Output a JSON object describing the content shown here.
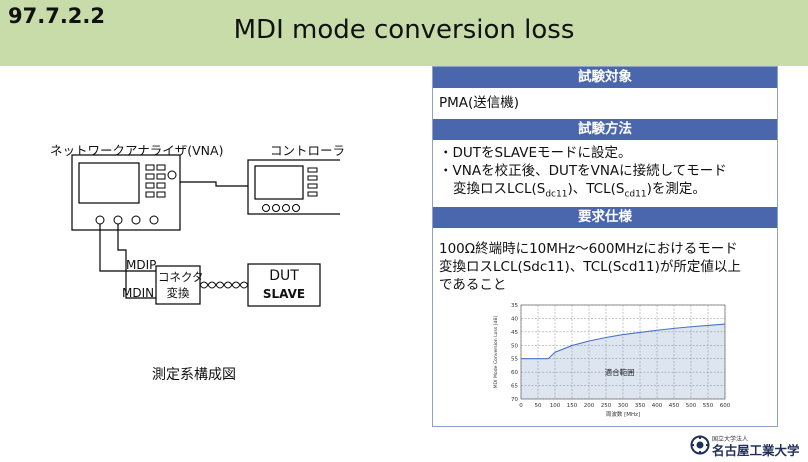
{
  "header": {
    "section_number": "97.7.2.2",
    "title": "MDI mode conversion loss"
  },
  "diagram": {
    "vna_label": "ネットワークアナライザ(VNA)",
    "controller_label": "コントローラ",
    "mdip_label": "MDIP",
    "mdin_label": "MDIN",
    "converter_label_1": "コネクタ",
    "converter_label_2": "変換",
    "dut_label": "DUT",
    "dut_sub_label": "SLAVE",
    "caption": "測定系構成図"
  },
  "panel": {
    "target_header": "試験対象",
    "target_text": "PMA(送信機)",
    "method_header": "試験方法",
    "method_line1": "・DUTをSLAVEモードに設定。",
    "method_line2": "・VNAを校正後、DUTをVNAに接続してモード",
    "method_line3_a": "変換ロスLCL(S",
    "method_line3_sub1": "dc11",
    "method_line3_b": ")、TCL(S",
    "method_line3_sub2": "cd11",
    "method_line3_c": ")を測定。",
    "spec_header": "要求仕様",
    "spec_line1": "100Ω終端時に10MHz～600MHzにおけるモード",
    "spec_line2": "変換ロスLCL(Sdc11)、TCL(Scd11)が所定値以上",
    "spec_line3": "であること"
  },
  "chart_data": {
    "type": "line",
    "ylabel": "MDI Mode Conversion Loss [dB]",
    "xlabel": "周波数 [MHz]",
    "x_ticks": [
      0,
      50,
      100,
      150,
      200,
      250,
      300,
      350,
      400,
      450,
      500,
      550,
      600
    ],
    "y_ticks": [
      35,
      40,
      45,
      50,
      55,
      60,
      65,
      70
    ],
    "xlim": [
      0,
      600
    ],
    "ylim": [
      35,
      70
    ],
    "y_inverted": true,
    "grid": true,
    "region_label": "適合範囲",
    "series": [
      {
        "x": [
          0,
          80,
          100,
          150,
          200,
          250,
          300,
          350,
          400,
          450,
          500,
          550,
          600
        ],
        "y": [
          55,
          55,
          52.6,
          50.1,
          48.4,
          47.1,
          46.0,
          45.2,
          44.4,
          43.7,
          43.1,
          42.6,
          42.1
        ]
      }
    ]
  },
  "footer": {
    "univ_small": "国立大学法人",
    "univ_name": "名古屋工業大学"
  }
}
